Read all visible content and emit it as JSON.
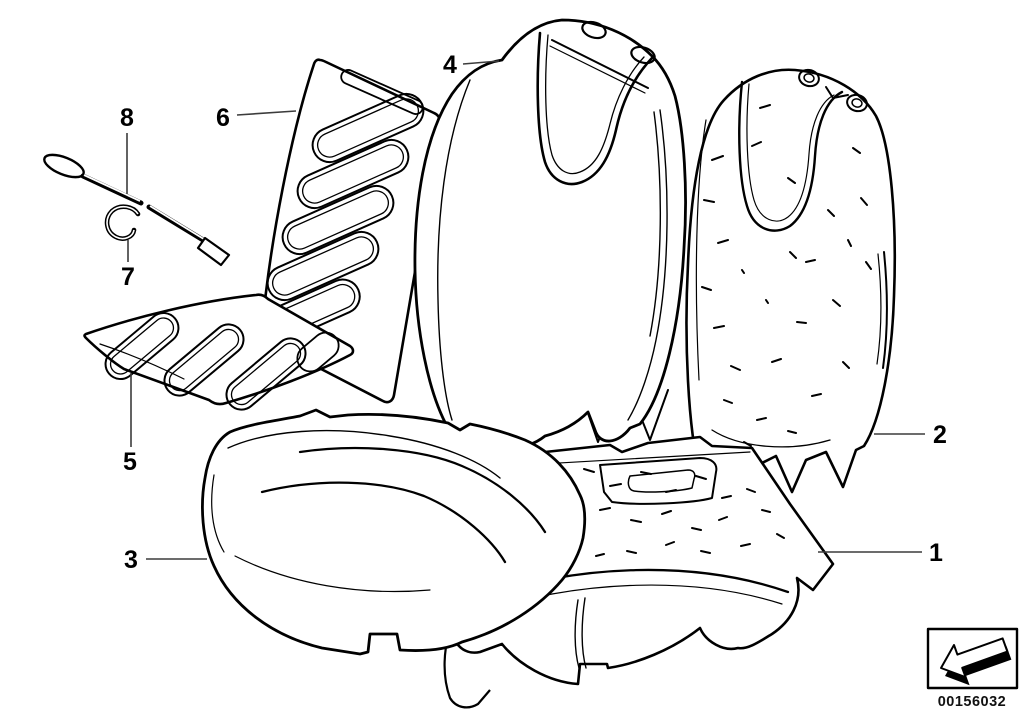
{
  "diagram": {
    "background_color": "#ffffff",
    "line_color": "#000000",
    "callouts": [
      "1",
      "2",
      "3",
      "4",
      "5",
      "6",
      "7",
      "8"
    ],
    "stamp": {
      "icon": "arrow-down-left-3d",
      "code": "00156032"
    }
  }
}
